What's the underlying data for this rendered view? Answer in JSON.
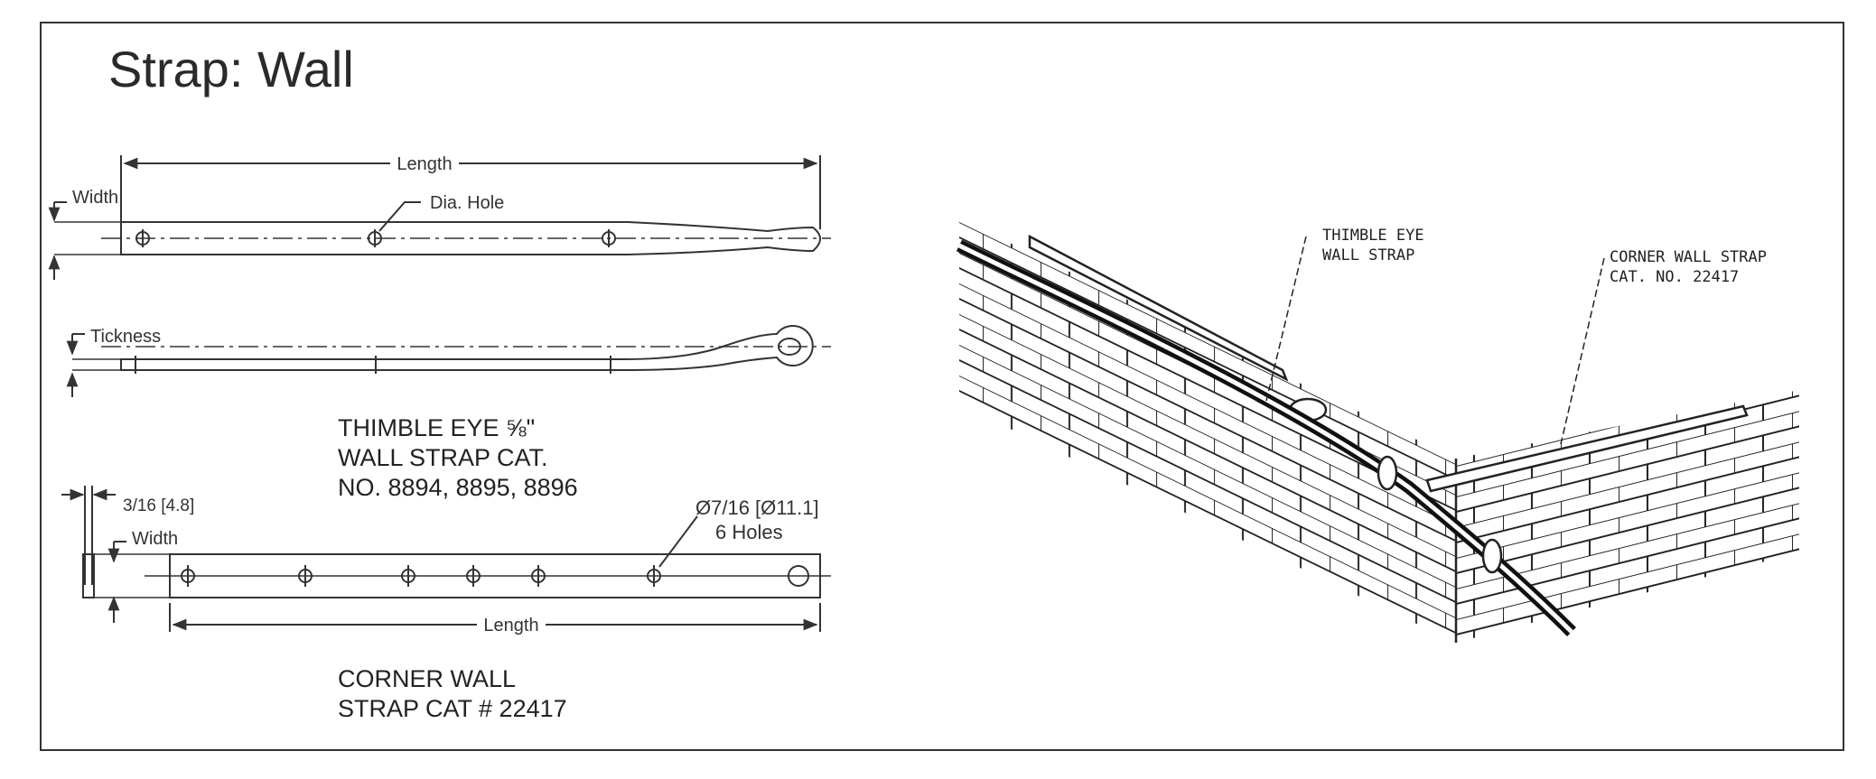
{
  "title": "Strap: Wall",
  "thimble_drawing": {
    "length_label": "Length",
    "width_label": "Width",
    "hole_label": "Dia. Hole",
    "thickness_label": "Tickness"
  },
  "thimble_caption": {
    "line1": "THIMBLE EYE ⅝\"",
    "line2": "WALL STRAP CAT.",
    "line3": "NO. 8894, 8895, 8896"
  },
  "corner_drawing": {
    "thickness_label": "3/16 [4.8]",
    "width_label": "Width",
    "hole_spec_line1": "Ø7/16 [Ø11.1]",
    "hole_spec_line2": "6 Holes",
    "length_label": "Length"
  },
  "corner_caption": {
    "line1": "CORNER WALL",
    "line2": "STRAP CAT # 22417"
  },
  "illustration": {
    "thimble_callout_line1": "THIMBLE EYE",
    "thimble_callout_line2": "WALL STRAP",
    "corner_callout_line1": "CORNER WALL STRAP",
    "corner_callout_line2": "CAT. NO. 22417"
  }
}
